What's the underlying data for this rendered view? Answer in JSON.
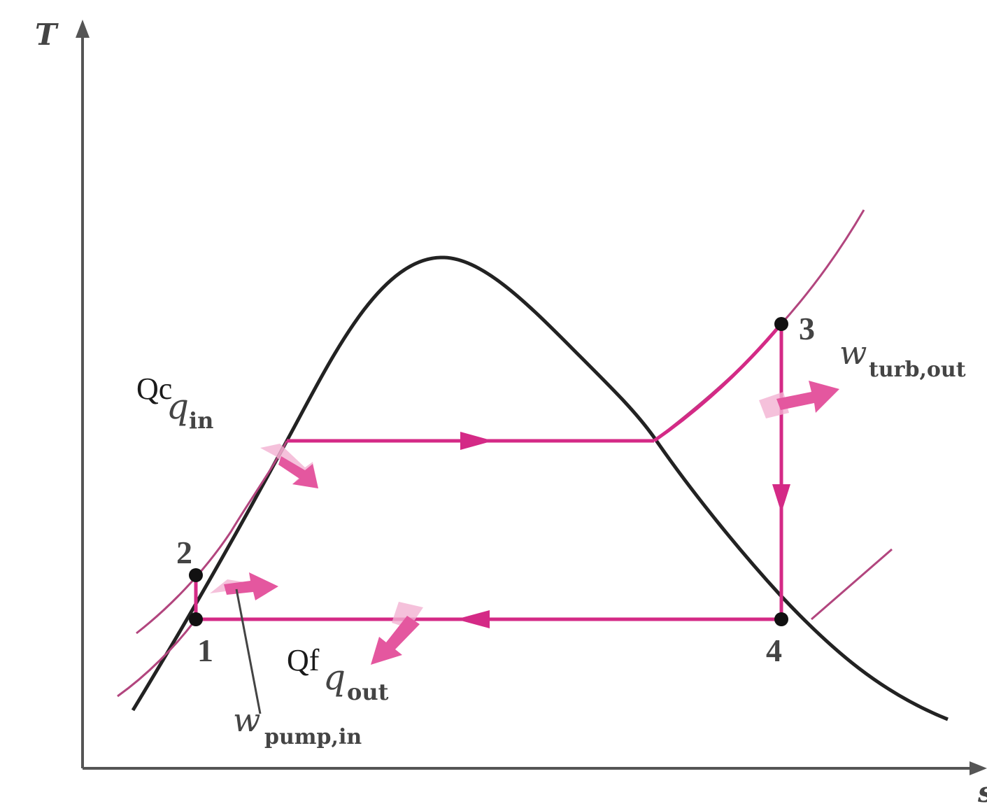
{
  "axes": {
    "y_label": "T",
    "x_label": "s"
  },
  "states": [
    "1",
    "2",
    "3",
    "4"
  ],
  "labels": {
    "qc": "Qc",
    "qf": "Qf",
    "q_in_main": "q",
    "q_in_sub": "in",
    "q_out_main": "q",
    "q_out_sub": "out",
    "w_turb_main": "w",
    "w_turb_sub": "turb,out",
    "w_pump_main": "w",
    "w_pump_sub": "pump,in"
  },
  "colors": {
    "cycle": "#d42a86",
    "isobar": "#b2457e",
    "dome": "#222222",
    "axis": "#555555",
    "arrow_fill": "#e4579f",
    "arrow_light": "#f2b2d2"
  }
}
